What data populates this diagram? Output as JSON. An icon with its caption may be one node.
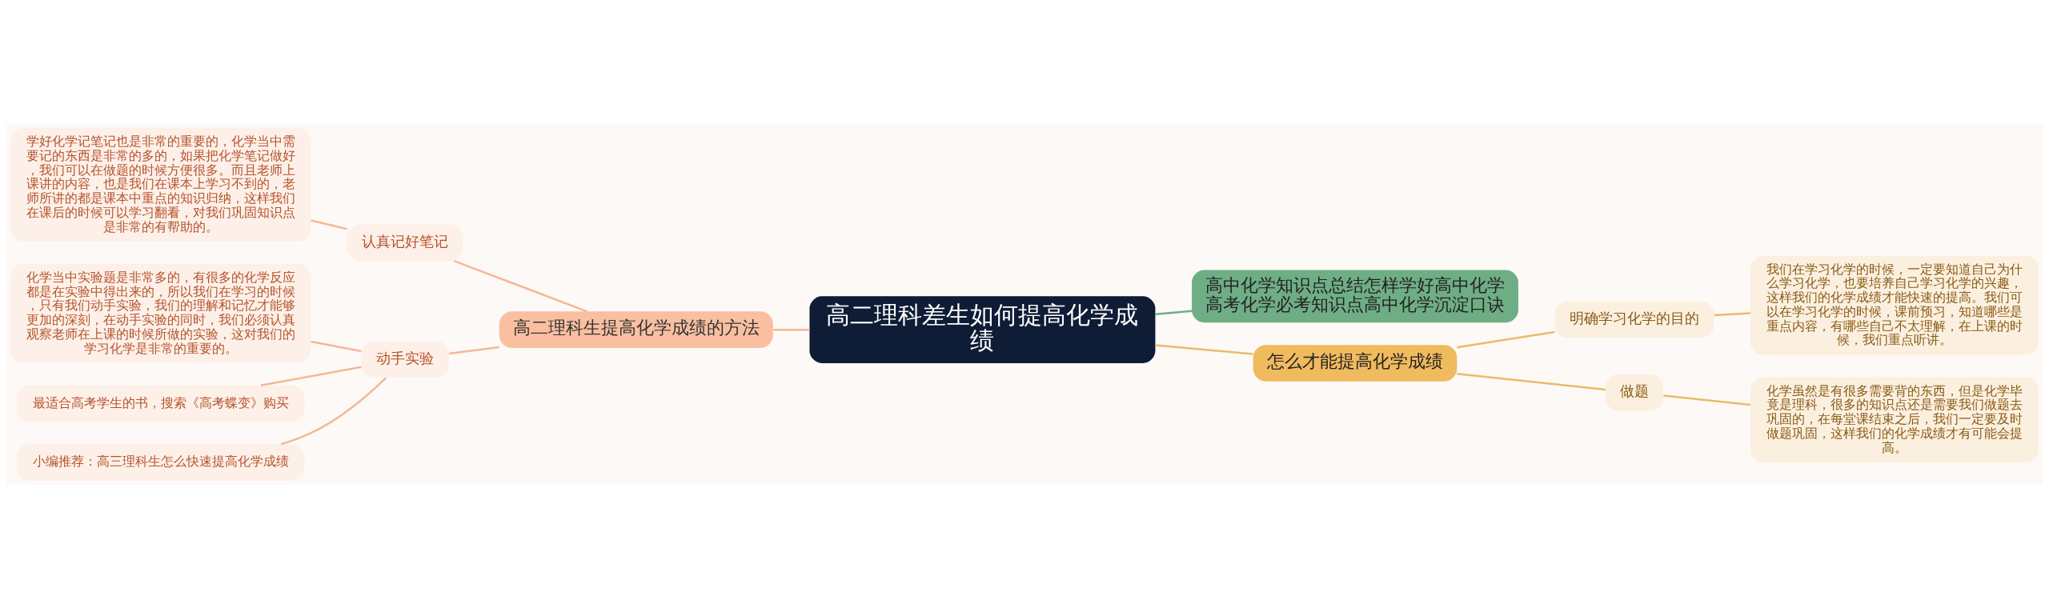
{
  "diagram": {
    "nodes": [
      {
        "text": [
          "高二理科差生如何提高化学成绩"
        ]
      },
      {
        "text": [
          "高二理科生提高化学成绩的方法"
        ]
      },
      {
        "text": [
          "认真记好笔记"
        ]
      },
      {
        "text": [
          "学好化学记笔记也是非常的重要的，化学当中需要记的东西是非常的多的，如果把化学笔记做好，我们可以在做题的时候方便很多。而且老师上课讲的内容，也是我们在课本上学习不到的，老师所讲的都是课本中重点的知识归纳，这样我们在课后的时候可以学习翻看，对我们巩固知识点是非常的有帮助的。"
        ]
      },
      {
        "text": [
          "动手实验"
        ]
      },
      {
        "text": [
          "化学当中实验题是非常多的，有很多的化学反应都是在实验中得出来的，所以我们在学习的时候，只有我们动手实验，我们的理解和记忆才能够更加的深刻，在动手实验的同时，我们必须认真观察老师在上课的时候所做的实验，这对我们的学习化学是非常的重要的。"
        ]
      },
      {
        "text": [
          "最适合高考学生的书，搜索《高考蝶变》购买"
        ]
      },
      {
        "text": [
          "小编推荐：高三理科生怎么快速提高化学成绩"
        ]
      },
      {
        "text": [
          "高中化学知识点总结怎样学好高中化学高考化学必考知识点高中化学沉淀口诀"
        ]
      },
      {
        "text": [
          "怎么才能提高化学成绩"
        ]
      },
      {
        "text": [
          "明确学习化学的目的"
        ]
      },
      {
        "text": [
          "我们在学习化学的时候，一定要知道自己为什么学习化学，也要培养自己学习化学的兴趣，这样我们的化学成绩才能快速的提高。我们可以在学习化学的时候，课前预习，知道哪些是重点内容，有哪些自己不太理解，在上课的时候，我们重点听讲。"
        ]
      },
      {
        "text": [
          "做题"
        ]
      },
      {
        "text": [
          "化学虽然是有很多需要背的东西，但是化学毕竟是理科，很多的知识点还是需要我们做题去巩固的，在每堂课结束之后，我们一定要及时做题巩固，这样我们的化学成绩才有可能会提高。"
        ]
      }
    ],
    "edges": [
      {
        "from": 0,
        "to": 1,
        "arrow": "none"
      },
      {
        "from": 1,
        "to": 2,
        "arrow": "none"
      },
      {
        "from": 2,
        "to": 3,
        "arrow": "none"
      },
      {
        "from": 1,
        "to": 4,
        "arrow": "none"
      },
      {
        "from": 4,
        "to": 5,
        "arrow": "none"
      },
      {
        "from": 4,
        "to": 6,
        "arrow": "none"
      },
      {
        "from": 4,
        "to": 7,
        "arrow": "none"
      },
      {
        "from": 0,
        "to": 8,
        "arrow": "none",
        "color": "#6fae84"
      },
      {
        "from": 0,
        "to": 9,
        "arrow": "none",
        "color": "#e9bc6a"
      },
      {
        "from": 9,
        "to": 10,
        "arrow": "none",
        "color": "#e9bc6a"
      },
      {
        "from": 10,
        "to": 11,
        "arrow": "none",
        "color": "#e9bc6a"
      },
      {
        "from": 9,
        "to": 12,
        "arrow": "none",
        "color": "#e9bc6a"
      },
      {
        "from": 12,
        "to": 13,
        "arrow": "none",
        "color": "#e9bc6a"
      }
    ]
  }
}
